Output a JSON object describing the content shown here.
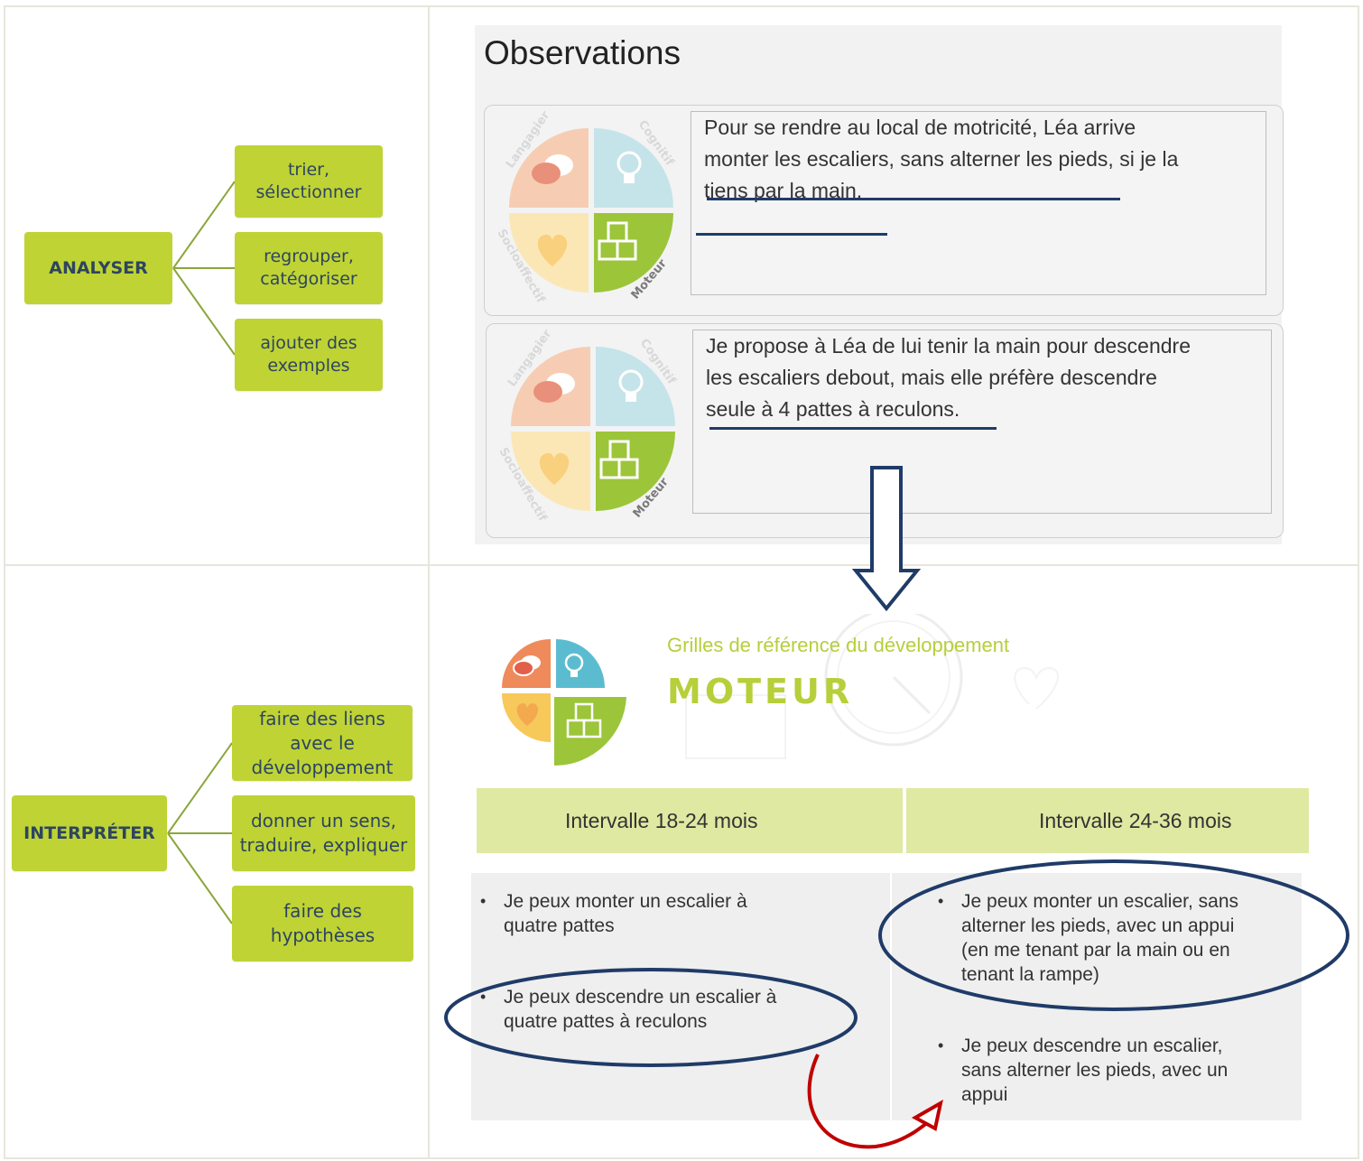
{
  "analyser": {
    "label": "ANALYSER",
    "items": [
      "trier, sélectionner",
      "regrouper, catégoriser",
      "ajouter des exemples"
    ]
  },
  "interpreter": {
    "label": "INTERPRÉTER",
    "items": [
      "faire des liens avec le développement",
      "donner un sens, traduire, expliquer",
      "faire des hypothèses"
    ]
  },
  "observations": {
    "title": "Observations",
    "domains": [
      "Langagier",
      "Cognitif",
      "Socioaffectif",
      "Moteur"
    ],
    "entries": [
      {
        "lines": [
          "Pour se rendre au local de motricité, Léa arrive",
          "monter les escaliers, sans alterner les pieds, si je la",
          "tiens par la main."
        ]
      },
      {
        "lines": [
          "Je propose à Léa de lui tenir la main pour descendre",
          "les escaliers debout, mais elle préfère descendre",
          "seule à 4 pattes à reculons."
        ]
      }
    ]
  },
  "grille": {
    "title": "Grilles de référence du développement",
    "domain": "MOTEUR",
    "intervals": [
      "Intervalle 18-24 mois",
      "Intervalle 24-36 mois"
    ],
    "col1": [
      [
        "Je peux monter un escalier à",
        "quatre pattes"
      ],
      [
        "Je peux descendre un escalier à",
        "quatre pattes à reculons"
      ]
    ],
    "col2": [
      [
        "Je peux monter un escalier, sans",
        "alterner les pieds, avec un appui",
        "(en me tenant par la main ou en",
        "tenant la rampe)"
      ],
      [
        "Je peux descendre un escalier,",
        "sans alterner les pieds, avec un",
        "appui"
      ]
    ]
  },
  "colors": {
    "node": "#bfd335",
    "node_text": "#2d4560",
    "underline": "#1f3b68",
    "down_arrow": "#1f3b68",
    "ellipse": "#1f3b68",
    "curved_arrow": "#c00000",
    "accent_green": "#b6cf3a",
    "langagier": "#ef8a5b",
    "cognitif": "#5bbcd0",
    "socioaffectif": "#f7c85a",
    "moteur": "#9cc53a"
  }
}
